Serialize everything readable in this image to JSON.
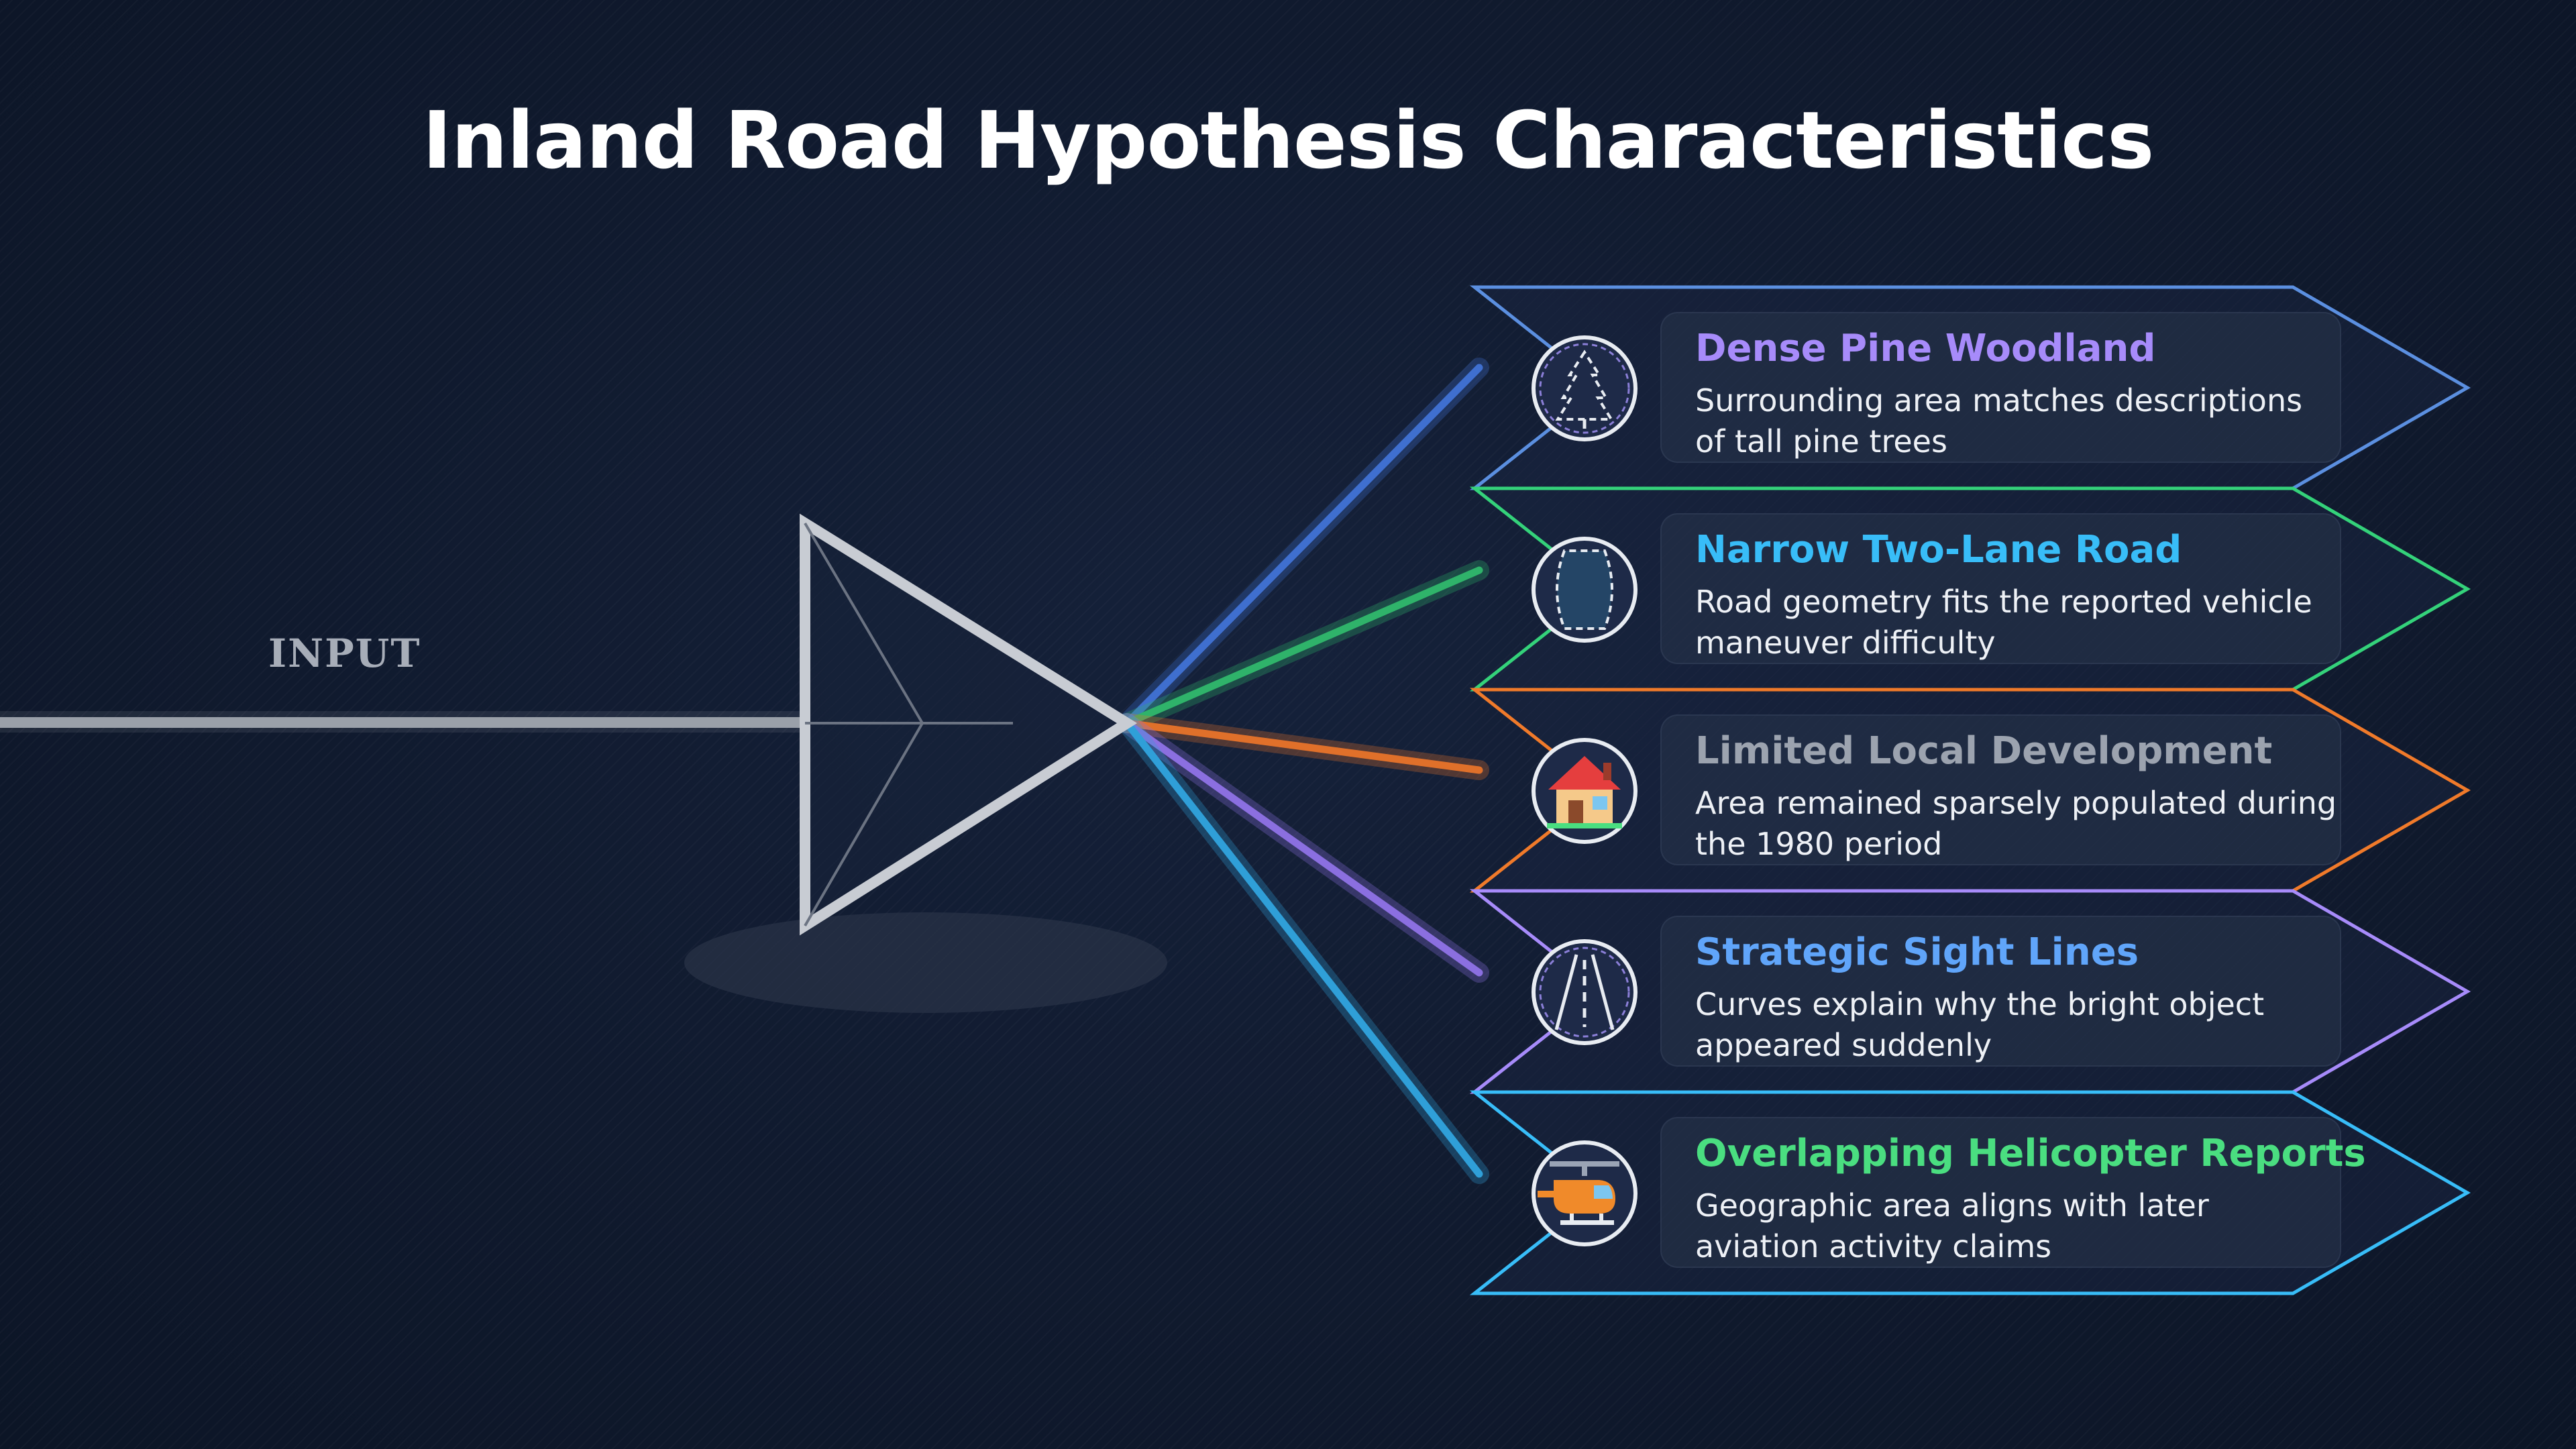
{
  "title": "Inland Road Hypothesis Characteristics",
  "input_label": "INPUT",
  "items": [
    {
      "title": "Dense Pine Woodland",
      "description": "Surrounding area matches descriptions of tall pine trees",
      "color": "#a78bfa",
      "border_color": "#5b8fe0",
      "ray_color": "#3f6fcf",
      "icon": "pine-tree-icon"
    },
    {
      "title": "Narrow Two-Lane Road",
      "description": "Road geometry fits the reported vehicle maneuver difficulty",
      "color": "#38bdf8",
      "border_color": "#34d27a",
      "ray_color": "#2fb36a",
      "icon": "road-outline-icon"
    },
    {
      "title": "Limited Local Development",
      "description": "Area remained sparsely populated during the 1980 period",
      "color": "#9ca3af",
      "border_color": "#f07a2a",
      "ray_color": "#e0702a",
      "icon": "house-icon"
    },
    {
      "title": "Strategic Sight Lines",
      "description": "Curves explain why the bright object appeared suddenly",
      "color": "#60a5fa",
      "border_color": "#a78bfa",
      "ray_color": "#8b6fe0",
      "icon": "road-lanes-icon"
    },
    {
      "title": "Overlapping Helicopter Reports",
      "description": "Geographic area aligns with later aviation activity claims",
      "color": "#4ade80",
      "border_color": "#38bdf8",
      "ray_color": "#2f9fd8",
      "icon": "helicopter-icon"
    }
  ]
}
